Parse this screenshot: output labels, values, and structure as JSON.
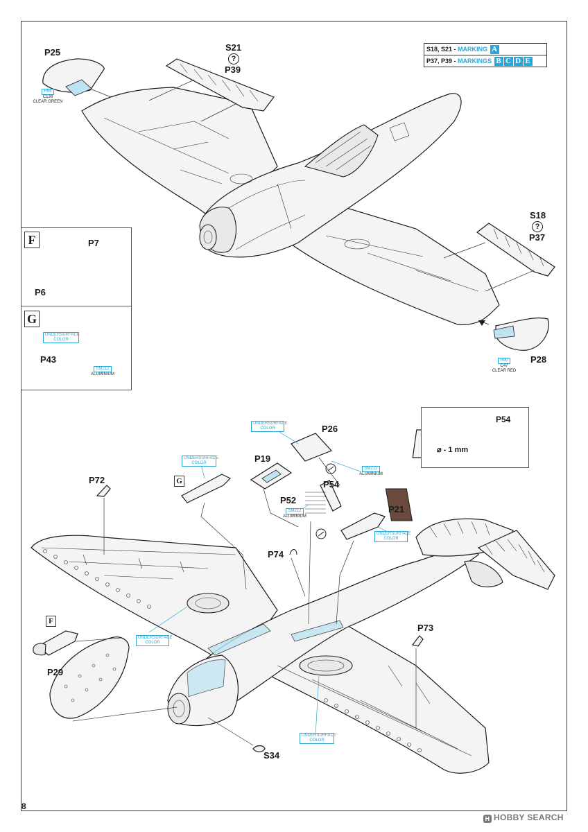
{
  "page": {
    "number": "8",
    "watermark": "HOBBY SEARCH"
  },
  "marking_box": {
    "row1_parts": "S18, S21 -",
    "row1_word": "MARKING",
    "row1_letters": [
      "A"
    ],
    "row2_parts": "P37, P39 -",
    "row2_word": "MARKINGS",
    "row2_letters": [
      "B",
      "C",
      "D",
      "E"
    ]
  },
  "top_diagram": {
    "labels": {
      "p25": "P25",
      "s21": "S21",
      "p39": "P39",
      "s18": "S18",
      "p37": "P37",
      "p28": "P28",
      "q1": "?",
      "q2": "?"
    },
    "paint_p25": {
      "code": "H94",
      "ref": "C138",
      "name": "CLEAR GREEN"
    },
    "paint_p28": {
      "code": "H90",
      "ref": "C47",
      "name": "CLEAR RED"
    }
  },
  "panel_f": {
    "tag": "F",
    "labels": {
      "p7": "P7",
      "p6": "P6"
    }
  },
  "panel_g": {
    "tag": "G",
    "label": "P43",
    "color_note": "UNDERSURFACE COLOR",
    "paint_code": "SM212",
    "paint_name": "ALUMINIUM"
  },
  "inset_p54": {
    "label": "P54",
    "dimension": "⌀ - 1 mm"
  },
  "bottom_diagram": {
    "labels": {
      "p26": "P26",
      "p19": "P19",
      "p54": "P54",
      "p52": "P52",
      "p21": "P21",
      "p72": "P72",
      "p74": "P74",
      "p73": "P73",
      "p29": "P29",
      "s34": "S34",
      "tag_g": "G",
      "tag_f": "F"
    },
    "notes": {
      "undersurface": "UNDERSURFACE COLOR",
      "sm212": "SM212",
      "aluminium": "ALUMINIUM"
    }
  }
}
